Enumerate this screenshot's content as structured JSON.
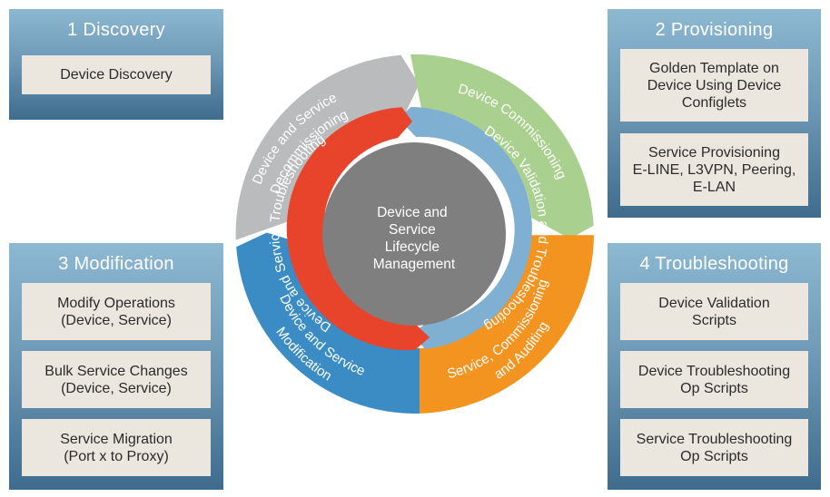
{
  "center": {
    "label": "Device and\nService\nLifecycle\nManagement"
  },
  "panels": {
    "discovery": {
      "title": "1 Discovery",
      "items": [
        "Device Discovery"
      ]
    },
    "provisioning": {
      "title": "2 Provisioning",
      "items": [
        "Golden Template on\nDevice Using Device\nConfiglets",
        "Service Provisioning\nE-LINE, L3VPN, Peering,\nE-LAN"
      ]
    },
    "modification": {
      "title": "3 Modification",
      "items": [
        "Modify Operations\n(Device, Service)",
        "Bulk Service Changes\n(Device, Service)",
        "Service Migration\n(Port x to Proxy)"
      ]
    },
    "troubleshooting": {
      "title": "4 Troubleshooting",
      "items": [
        "Device Validation\nScripts",
        "Device Troubleshooting\nOp Scripts",
        "Service Troubleshooting\nOp Scripts"
      ]
    }
  },
  "outer_ring": {
    "decommissioning": {
      "line1": "Device and Service",
      "line2": "Decommissioning",
      "color": "#b9bbbd"
    },
    "commissioning": {
      "line1": "Device Commissioning",
      "color": "#a9d08e"
    },
    "auditing": {
      "line1": "Service, Commissioning",
      "line2": "and Auditing",
      "color": "#f39320"
    },
    "modification": {
      "line1": "Device and Service",
      "line2": "Modification",
      "color": "#3b8cc4"
    }
  },
  "inner_ring": {
    "validation": {
      "label": "Device Validation and Troubleshooting",
      "color": "#7fb0d2"
    },
    "troubleshooting": {
      "label": "Device and Service Troubleshooting",
      "color": "#e8432b"
    }
  },
  "colors": {
    "center": "#7f7f7f",
    "panel_top": "#8db8d2",
    "panel_bottom": "#3f6c8d",
    "card": "#ebe7df"
  }
}
